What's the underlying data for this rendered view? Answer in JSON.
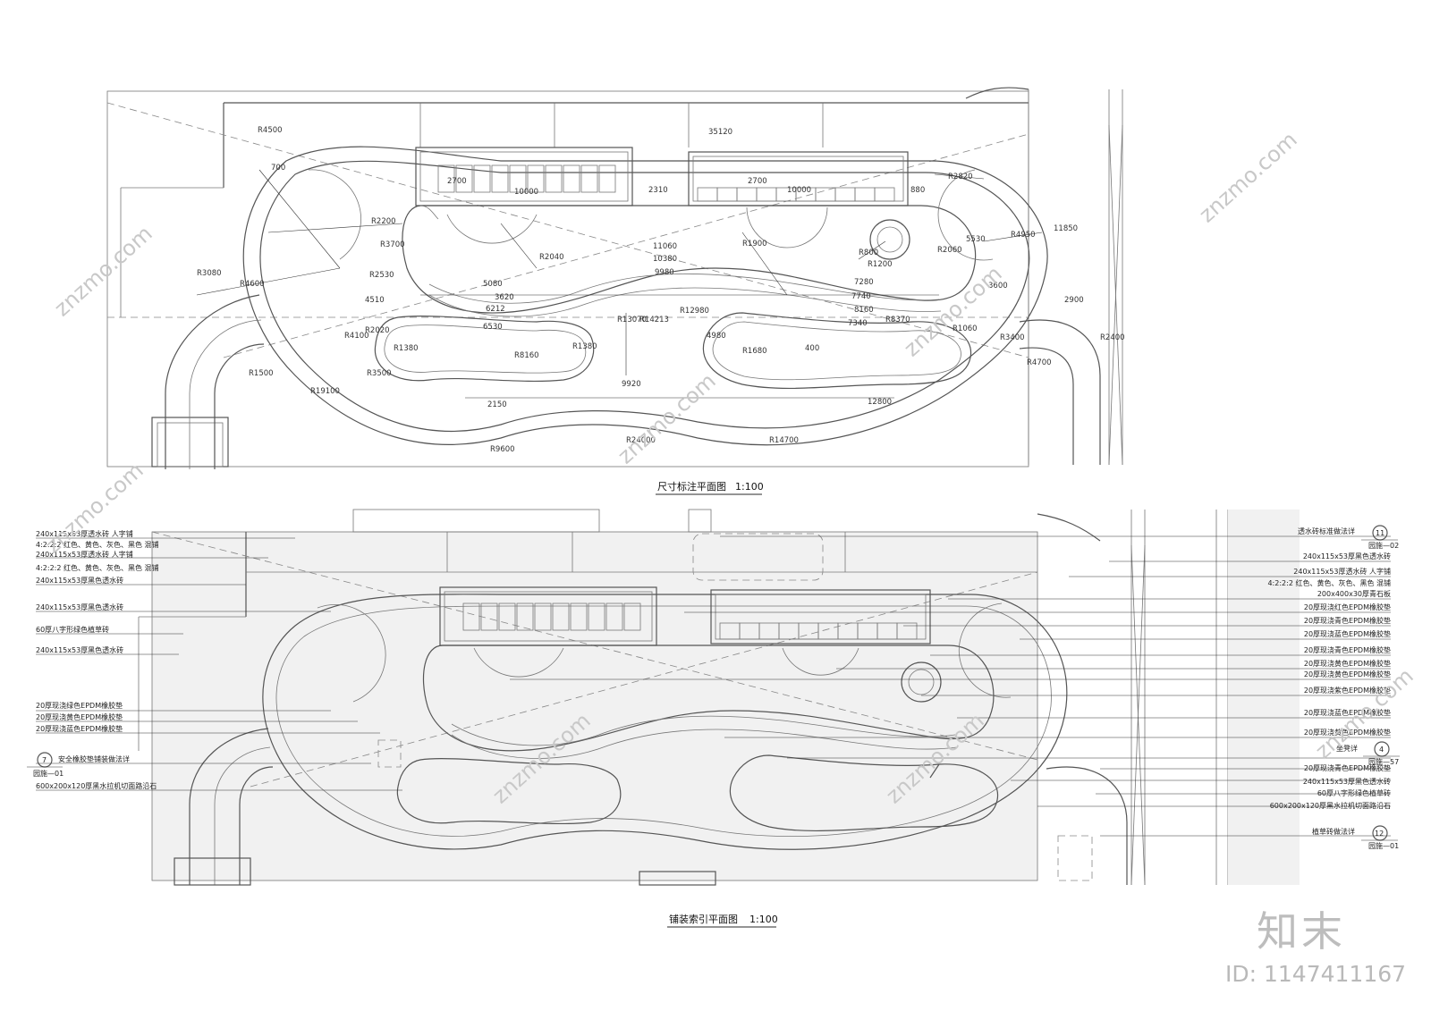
{
  "plan_top": {
    "title": "尺寸标注平面图",
    "scale": "1:100",
    "dimensions": [
      "35120",
      "2310",
      "880",
      "10000",
      "10000",
      "2700",
      "2700",
      "R4500",
      "700",
      "R2200",
      "R3700",
      "R3080",
      "R4600",
      "R2530",
      "4510",
      "R2020",
      "R4100",
      "R1380",
      "R2040",
      "5080",
      "3620",
      "6212",
      "6530",
      "11060",
      "10380",
      "9980",
      "R13070",
      "R14213",
      "R12980",
      "R1900",
      "R800",
      "R1200",
      "R2060",
      "7280",
      "7740",
      "8160",
      "7340",
      "R2820",
      "R4950",
      "11850",
      "5530",
      "3600",
      "2900",
      "R1680",
      "R8160",
      "R1380",
      "4980",
      "400",
      "R1060",
      "R2400",
      "R4700",
      "R3400",
      "R1500",
      "R19100",
      "R3500",
      "2150",
      "9920",
      "12800",
      "R9600",
      "R24000",
      "R14700",
      "R8370"
    ]
  },
  "plan_bottom": {
    "title": "铺装索引平面图",
    "scale": "1:100",
    "left_callouts": [
      "240x115x53厚透水砖 人字铺",
      "4:2:2:2 红色、黄色、灰色、黑色 混铺",
      "240x115x53厚透水砖 人字铺",
      "4:2:2:2 红色、黄色、灰色、黑色 混铺",
      "240x115x53厚黑色透水砖",
      "240x115x53厚黑色透水砖",
      "60厚八字形绿色植草砖",
      "240x115x53厚黑色透水砖",
      "20厚现浇绿色EPDM橡胶垫",
      "20厚现浇黄色EPDM橡胶垫",
      "20厚现浇蓝色EPDM橡胶垫",
      "安全橡胶垫铺装做法详",
      "600x200x120厚黑水拉机切面路沿石"
    ],
    "left_detail": {
      "num": "7",
      "ref": "园施—01"
    },
    "right_callouts": [
      "透水砖标准做法详",
      "240x115x53厚黑色透水砖",
      "240x115x53厚透水砖 人字铺",
      "4:2:2:2 红色、黄色、灰色、黑色 混铺",
      "200x400x30厚青石板",
      "20厚现浇红色EPDM橡胶垫",
      "20厚现浇青色EPDM橡胶垫",
      "20厚现浇蓝色EPDM橡胶垫",
      "20厚现浇青色EPDM橡胶垫",
      "20厚现浇黄色EPDM橡胶垫",
      "20厚现浇黄色EPDM橡胶垫",
      "20厚现浇紫色EPDM橡胶垫",
      "20厚现浇蓝色EPDM橡胶垫",
      "20厚现浇黄色EPDM橡胶垫",
      "坐凳详",
      "20厚现浇青色EPDM橡胶垫",
      "240x115x53厚黑色透水砖",
      "60厚八字形绿色植草砖",
      "600x200x120厚黑水拉机切面路沿石",
      "植草砖做法详"
    ],
    "right_details": [
      {
        "num": "11",
        "ref": "园施—02"
      },
      {
        "num": "4",
        "ref": "园施—57"
      },
      {
        "num": "12",
        "ref": "园施—01"
      }
    ]
  },
  "watermark": {
    "brand": "知末",
    "id": "ID: 1147411167",
    "site": "znzmo.com"
  }
}
